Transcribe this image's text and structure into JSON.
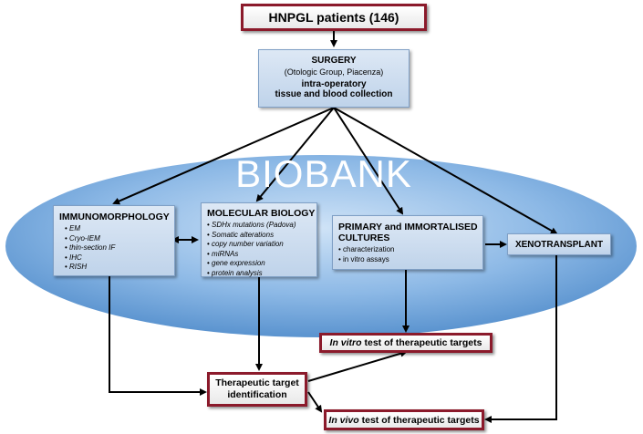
{
  "patients": {
    "label": "HNPGL patients (146)"
  },
  "surgery": {
    "title": "SURGERY",
    "group": "(Otologic Group, Piacenza)",
    "line1": "intra-operatory",
    "line2": "tissue and blood collection"
  },
  "biobank": {
    "label": "BIOBANK"
  },
  "immunomorphology": {
    "title": "IMMUNOMORPHOLOGY",
    "items": [
      "EM",
      "Cryo-IEM",
      "thin-section IF",
      "IHC",
      "RISH"
    ]
  },
  "molecular_biology": {
    "title": "MOLECULAR BIOLOGY",
    "items": [
      "SDHx mutations (Padova)",
      "Somatic alterations",
      "copy number variation",
      "miRNAs",
      "gene expression",
      "protein analysis"
    ]
  },
  "cultures": {
    "title_line1": "PRIMARY and IMMORTALISED",
    "title_line2": "CULTURES",
    "items": [
      "characterization",
      "in vitro assays"
    ]
  },
  "xenotransplant": {
    "label": "XENOTRANSPLANT"
  },
  "therapeutic_target": {
    "line1": "Therapeutic target",
    "line2": "identification"
  },
  "in_vitro_test": {
    "emph": "In vitro",
    "rest": " test of therapeutic targets"
  },
  "in_vivo_test": {
    "emph": "In vivo",
    "rest": " test of therapeutic targets"
  },
  "colors": {
    "box_border_red": "#8b1a2b",
    "ellipse_blue": "#6fa4d8",
    "box_fill_blue": "#cfdff0"
  }
}
